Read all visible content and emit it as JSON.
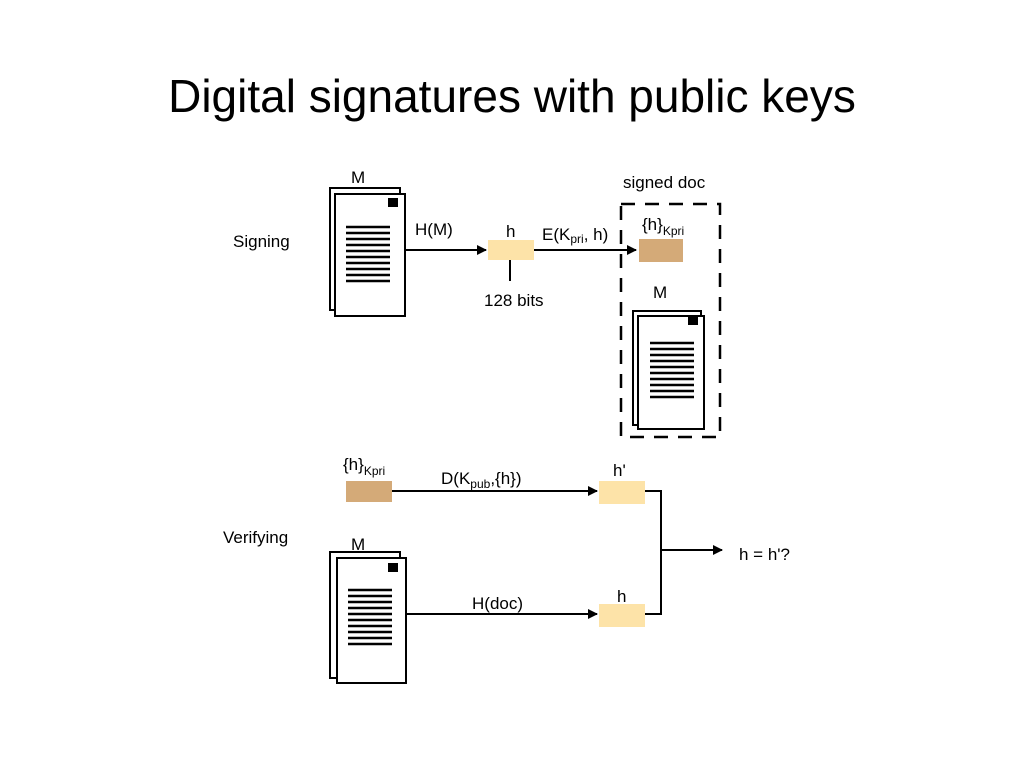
{
  "title": "Digital signatures with public keys",
  "colors": {
    "hash_box": "#FDE3A8",
    "signed_box": "#D4AA78",
    "stroke": "#000000"
  },
  "signing": {
    "label": "Signing",
    "doc_label": "M",
    "hash_fn": "H(M)",
    "hash_box_label": "h",
    "bits_label": "128 bits",
    "encrypt_fn": "E(K",
    "encrypt_fn_sub": "pri",
    "encrypt_fn_end": ", h)",
    "signed_doc_label": "signed doc",
    "signed_hash": "{h}",
    "signed_hash_sub": "Kpri",
    "signed_doc_m_label": "M"
  },
  "verifying": {
    "label": "Verifying",
    "signed_hash": "{h}",
    "signed_hash_sub": "Kpri",
    "decrypt_fn": "D(K",
    "decrypt_fn_sub": "pub",
    "decrypt_fn_end": ",{h})",
    "h_prime_label": "h'",
    "doc_label": "M",
    "hash_fn": "H(doc)",
    "h_label": "h",
    "compare_label": "h = h'?"
  }
}
